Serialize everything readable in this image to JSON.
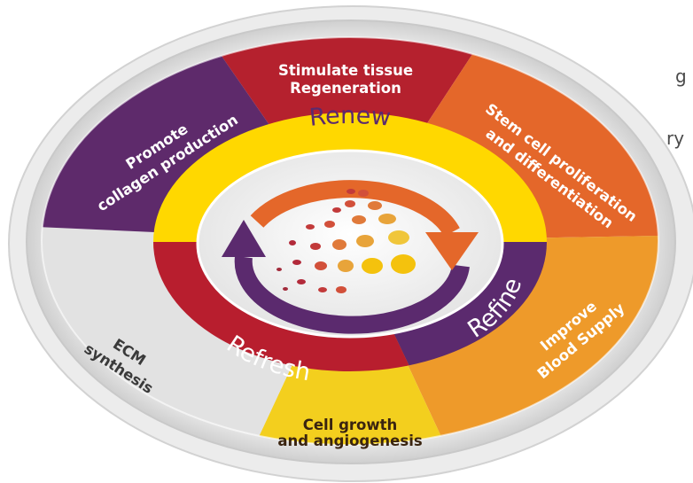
{
  "side_fragments": [
    "g",
    "ry"
  ],
  "segments": {
    "top": [
      "Stimulate tissue",
      "Regeneration"
    ],
    "top_left": [
      "Promote",
      "collagen production"
    ],
    "top_right": [
      "Stem cell proliferation",
      "and differentiation"
    ],
    "right": [
      "Improve",
      "Blood Supply"
    ],
    "bottom": [
      "Cell growth",
      "and angiogenesis"
    ],
    "left": [
      "ECM",
      "synthesis"
    ]
  },
  "ring_labels": {
    "renew": "Renew",
    "refine": "Refine",
    "refresh": "Refresh"
  },
  "colors": {
    "crimson": "#B5212E",
    "purple": "#5E2A6B",
    "orange": "#E4672A",
    "amber": "#EE9A2A",
    "yellow": "#F3CF1E",
    "grey": "#E2E2E2",
    "ring_yellow": "#FFD800",
    "ring_red": "#B81E2E",
    "ring_purple": "#5B2A6E"
  }
}
